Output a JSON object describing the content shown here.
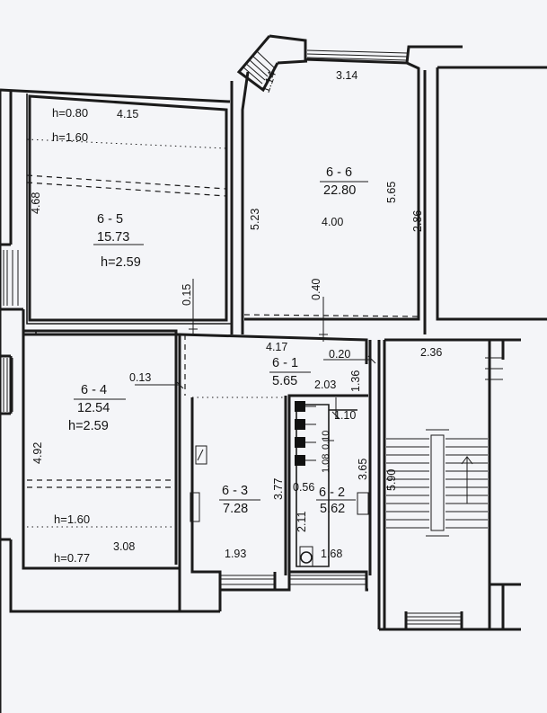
{
  "rooms": [
    {
      "id": "6 - 5",
      "area": "15.73",
      "height": "h=2.59"
    },
    {
      "id": "6 - 6",
      "area": "22.80"
    },
    {
      "id": "6 - 4",
      "area": "12.54",
      "height": "h=2.59"
    },
    {
      "id": "6 - 1",
      "area": "5.65"
    },
    {
      "id": "6 - 3",
      "area": "7.28"
    },
    {
      "id": "6 - 2",
      "area": "5.62"
    }
  ],
  "window_heights": {
    "room5_top": "h=0.80",
    "room5_beam": "h=1.60",
    "room4_beam": "h=1.60",
    "room4_bottom": "h=0.77"
  },
  "dimensions": {
    "r5_width": "4.15",
    "r5_height": "4.68",
    "r6_bay": "1.14",
    "r6_width": "3.14",
    "r6_right": "5.65",
    "r6_right2": "2.86",
    "r6_left": "5.23",
    "r6_bottom": "4.00",
    "step_015": "0.15",
    "step_040": "0.40",
    "hall_width": "4.17",
    "hall_020": "0.20",
    "hall_136": "1.36",
    "hall_203": "2.03",
    "r4_013": "0.13",
    "r4_height": "4.92",
    "r4_width": "3.08",
    "stair_width": "2.36",
    "stair_height": "5.90",
    "r3_height": "3.77",
    "r3_width": "1.93",
    "r2_110": "1.10",
    "r2_010": "0.10",
    "r2_108": "1.08",
    "r2_365": "3.65",
    "r2_056": "0.56",
    "r2_211": "2.11",
    "r2_width": "1.68"
  }
}
